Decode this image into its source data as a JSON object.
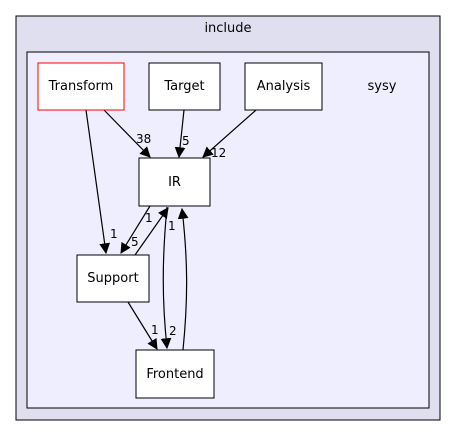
{
  "outer_cluster": {
    "label": "include"
  },
  "inner_cluster": {
    "label": "sysy"
  },
  "nodes": {
    "transform": "Transform",
    "target": "Target",
    "analysis": "Analysis",
    "ir": "IR",
    "support": "Support",
    "frontend": "Frontend"
  },
  "edges": {
    "transform_ir": "38",
    "target_ir": "5",
    "analysis_ir": "12",
    "transform_support": "1",
    "ir_support": "5",
    "support_ir": "1",
    "frontend_ir": "1",
    "support_frontend": "1",
    "ir_frontend": "2"
  },
  "colors": {
    "outer_fill": "#dfdfef",
    "inner_fill": "#eeeeff",
    "node_border": "#000000",
    "highlight_border": "#ff0000"
  }
}
